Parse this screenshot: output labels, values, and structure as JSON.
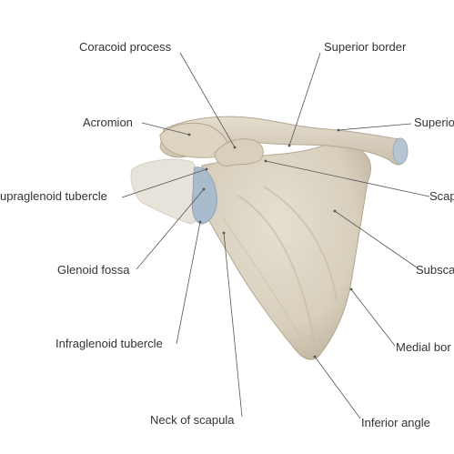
{
  "labels": {
    "coracoid_process": "Coracoid process",
    "superior_border": "Superior border",
    "acromion": "Acromion",
    "superior_angle": "Superio",
    "supraglenoid_tubercle": "upraglenoid tubercle",
    "scapular_notch": "Scap",
    "glenoid_fossa": "Glenoid fossa",
    "subscapular_fossa": "Subsca",
    "infraglenoid_tubercle": "Infraglenoid tubercle",
    "medial_border": "Medial bor",
    "neck_of_scapula": "Neck of scapula",
    "inferior_angle": "Inferior angle"
  },
  "colors": {
    "bone": "#ddd5c4",
    "bone_shadow": "#c4b9a5",
    "cartilage": "#aebfcf",
    "leader_line": "#555555",
    "text": "#333333"
  }
}
